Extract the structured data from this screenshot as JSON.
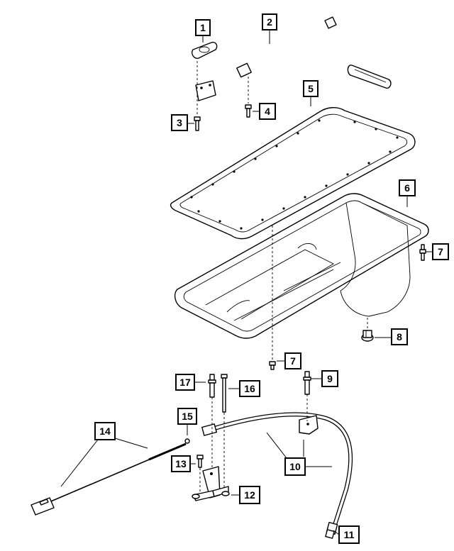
{
  "callouts": [
    {
      "id": "1",
      "label": "1"
    },
    {
      "id": "2",
      "label": "2"
    },
    {
      "id": "3",
      "label": "3"
    },
    {
      "id": "4",
      "label": "4"
    },
    {
      "id": "5",
      "label": "5"
    },
    {
      "id": "6",
      "label": "6"
    },
    {
      "id": "7a",
      "label": "7"
    },
    {
      "id": "8",
      "label": "8"
    },
    {
      "id": "7b",
      "label": "7"
    },
    {
      "id": "17",
      "label": "17"
    },
    {
      "id": "16",
      "label": "16"
    },
    {
      "id": "9",
      "label": "9"
    },
    {
      "id": "15",
      "label": "15"
    },
    {
      "id": "14",
      "label": "14"
    },
    {
      "id": "13",
      "label": "13"
    },
    {
      "id": "10",
      "label": "10"
    },
    {
      "id": "12",
      "label": "12"
    },
    {
      "id": "11",
      "label": "11"
    }
  ],
  "colors": {
    "line": "#000000",
    "background": "#ffffff"
  }
}
